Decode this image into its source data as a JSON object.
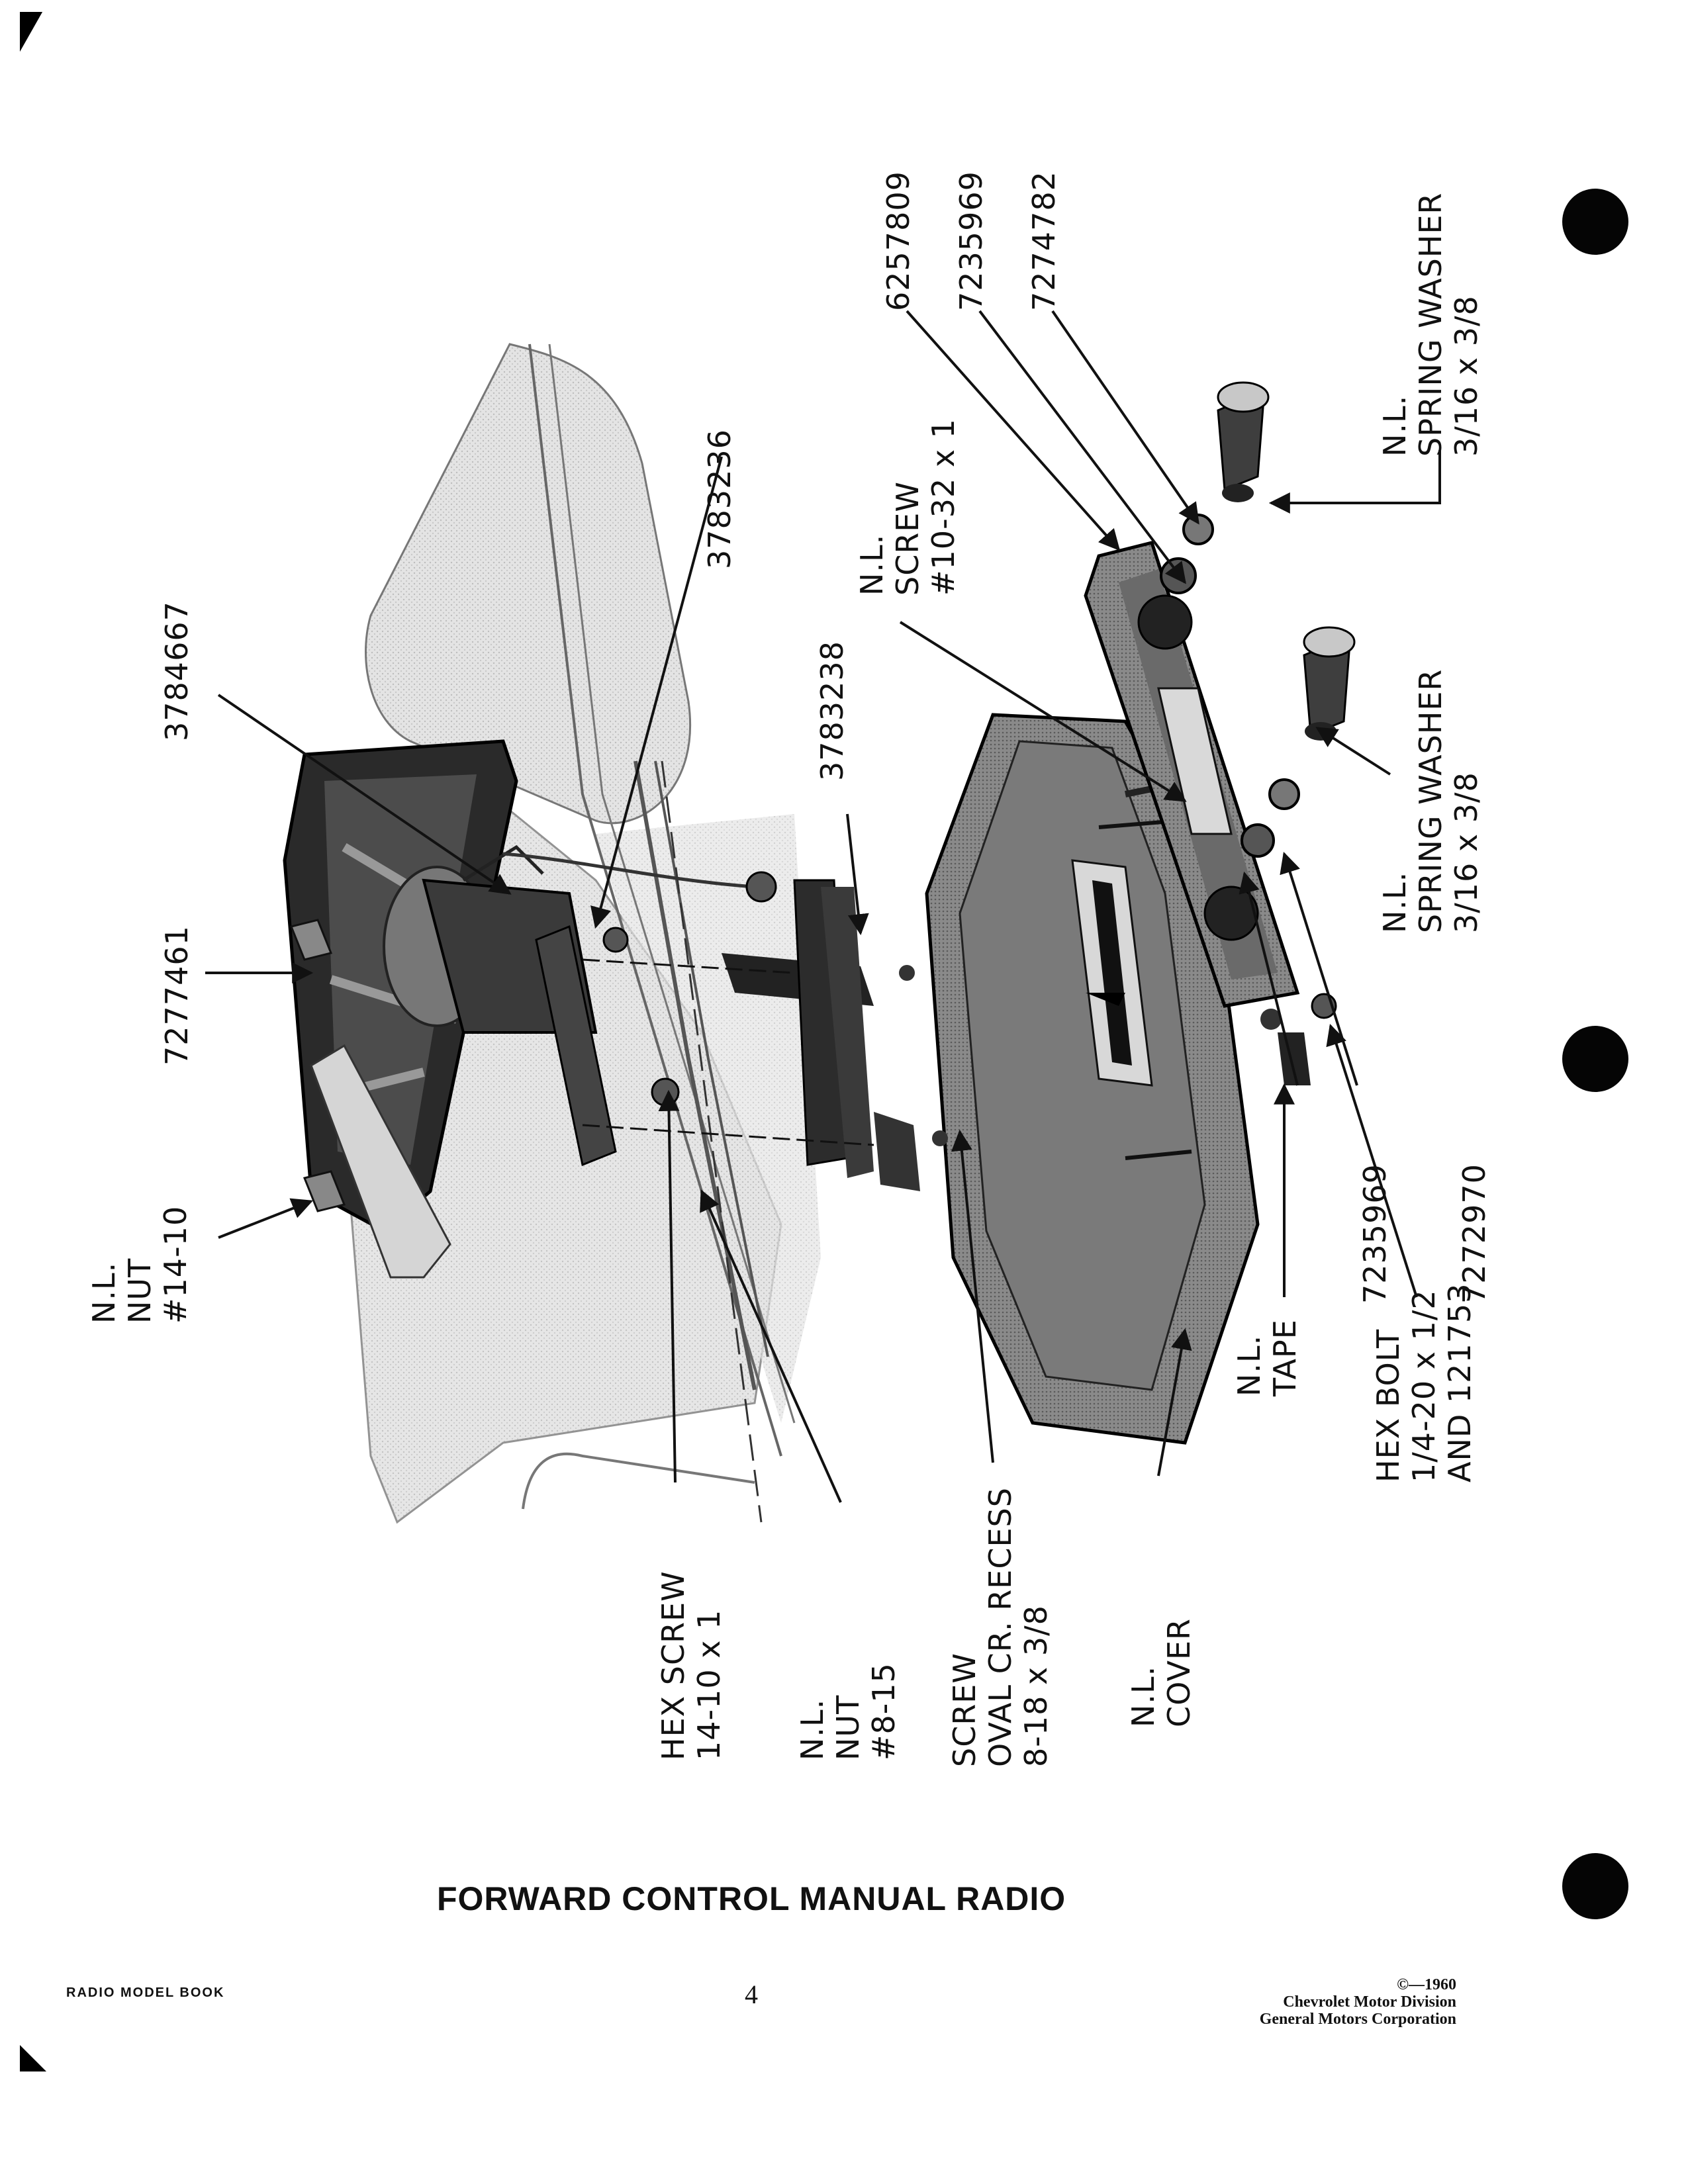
{
  "page": {
    "title": "FORWARD CONTROL MANUAL RADIO",
    "book": "RADIO MODEL BOOK",
    "page_number": "4",
    "copyright": [
      "©—1960",
      "Chevrolet Motor Division",
      "General Motors Corporation"
    ]
  },
  "callouts": {
    "nl_nut_14_10": "N.L.\nNUT\n#14-10",
    "p7277461": "7277461",
    "p3784667": "3784667",
    "p3783236": "3783236",
    "p3783238": "3783238",
    "nl_screw_10_32": "N.L.\nSCREW\n#10-32 x 1",
    "p6257809": "6257809",
    "p7235969_top": "7235969",
    "p7274782": "7274782",
    "nl_spring_washer_top": "N.L.\nSPRING WASHER\n3/16 x 3/8",
    "nl_spring_washer_mid": "N.L.\nSPRING WASHER\n3/16 x 3/8",
    "p7235969_low": "7235969",
    "p7272970": "7272970",
    "hex_screw": "HEX SCREW\n14-10 x 1",
    "nl_nut_8_15": "N.L.\nNUT\n#8-15",
    "screw_oval": "SCREW\nOVAL CR. RECESS\n8-18 x 3/8",
    "nl_cover": "N.L.\nCOVER",
    "nl_tape": "N.L.\nTAPE",
    "hex_bolt": "HEX BOLT\n1/4-20 x 1/2\nAND 121753"
  }
}
